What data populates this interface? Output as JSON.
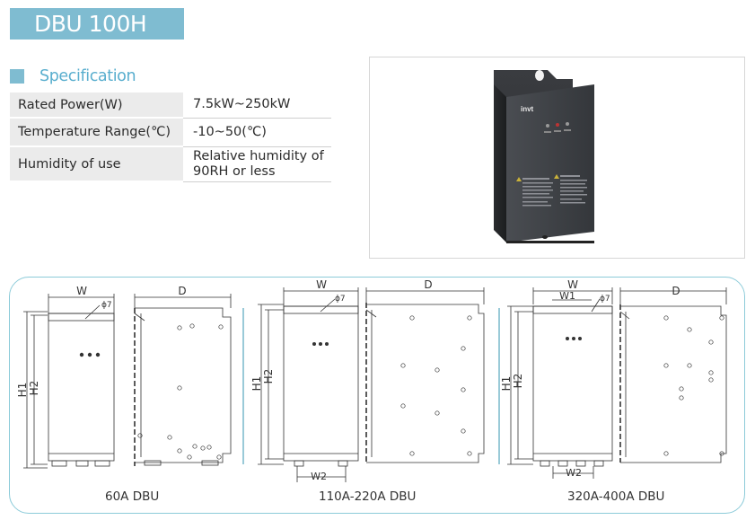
{
  "title": "DBU 100H",
  "spec": {
    "heading": "Specification",
    "rows": [
      {
        "label": "Rated Power(W)",
        "value": "7.5kW~250kW"
      },
      {
        "label": "Temperature Range(℃)",
        "value": "-10~50(℃)"
      },
      {
        "label": "Humidity of use",
        "value_line1": "Relative humidity of",
        "value_line2": "90RH or less"
      }
    ]
  },
  "photo": {
    "brand": "invt"
  },
  "drawings": {
    "labels": {
      "w": "W",
      "d": "D",
      "h1": "H1",
      "h2": "H2",
      "w1": "W1",
      "w2": "W2",
      "phi": "ϕ7"
    },
    "captions": [
      "60A DBU",
      "110A-220A DBU",
      "320A-400A DBU"
    ]
  },
  "colors": {
    "accent": "#7fbcd1",
    "accent_text": "#59aece",
    "border": "#8ccbd9"
  }
}
